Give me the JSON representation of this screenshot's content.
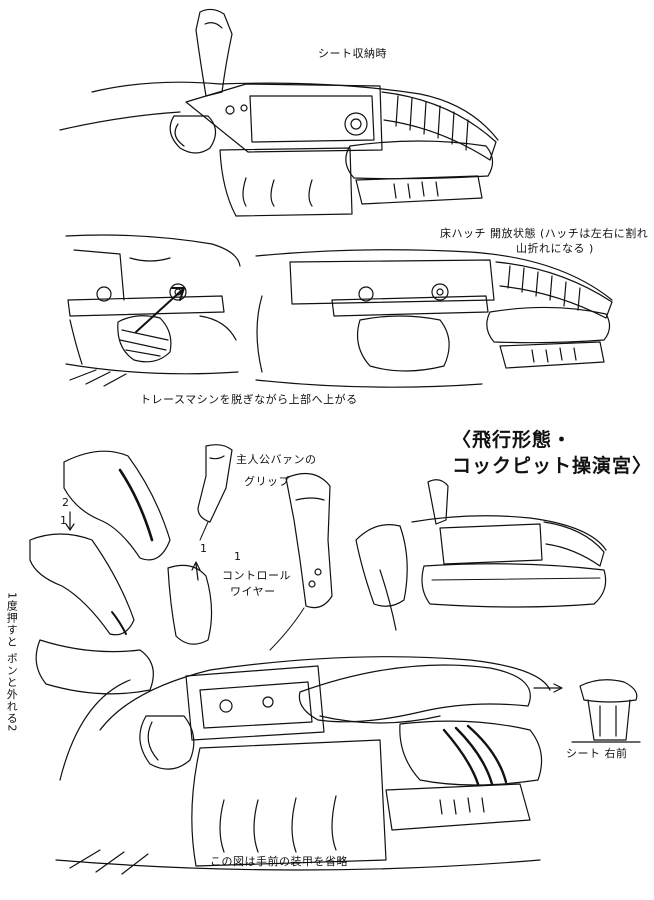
{
  "labels": {
    "seat_stowed": "シート収納時",
    "hatch_open_line1": "床ハッチ 開放状態 (ハッチは左右に割れ",
    "hatch_open_line2": "山折れになる )",
    "trace_machine": "トレースマシンを脱ぎながら上部へ上がる",
    "title_line1": "〈飛行形態・",
    "title_line2": "コックピット操演宮〉",
    "grip_line1": "主人公バァンの",
    "grip_line2": "グリップ",
    "control_line1": "コントロール",
    "control_line2": "ワイヤー",
    "push_line1": "1度押すと",
    "push_line2": "ポンと外れる2",
    "num_2": "2",
    "num_1a": "1",
    "num_1b": "1",
    "num_1c": "1",
    "seat_right_front": "シート 右前",
    "front_armor_omitted": "この図は手前の装甲を省略"
  },
  "colors": {
    "ink": "#111111",
    "paper": "#ffffff"
  }
}
